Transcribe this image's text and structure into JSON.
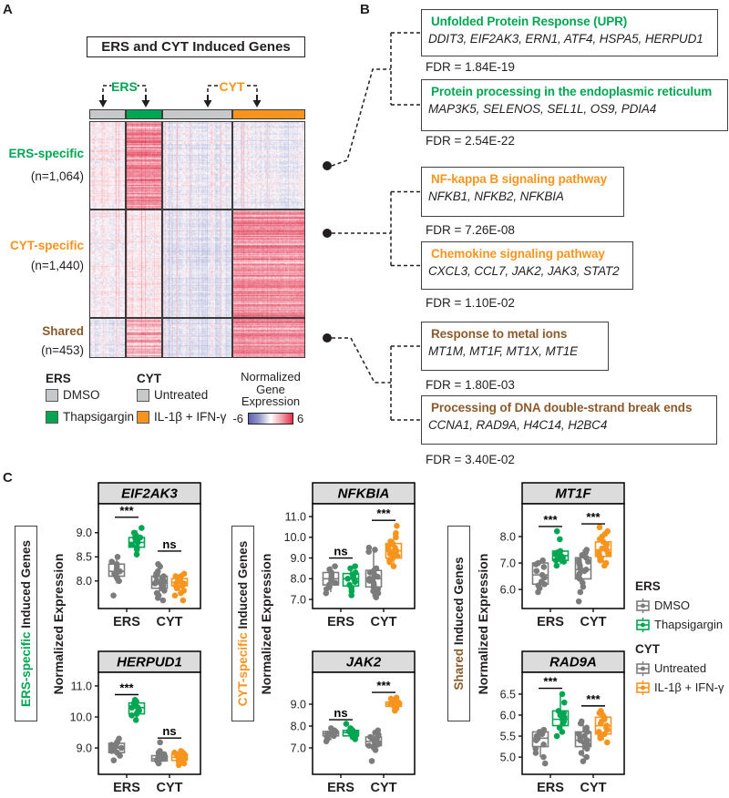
{
  "panel_a": {
    "label": "A",
    "title": "ERS and CYT Induced Genes",
    "group_arrows": [
      {
        "label": "ERS",
        "color": "#00A651"
      },
      {
        "label": "CYT",
        "color": "#F7941D"
      }
    ],
    "header_blocks": [
      {
        "name": "DMSO",
        "color": "#C7C8CA"
      },
      {
        "name": "Thapsigargin",
        "color": "#00A651"
      },
      {
        "name": "Untreated",
        "color": "#C7C8CA"
      },
      {
        "name": "IL-1β + IFN-γ",
        "color": "#F7941D"
      }
    ],
    "row_groups": [
      {
        "label": "ERS-specific",
        "n_label": "(n=1,064)",
        "color": "#00A651"
      },
      {
        "label": "CYT-specific",
        "n_label": "(n=1,440)",
        "color": "#F7941D"
      },
      {
        "label": "Shared",
        "n_label": "(n=453)",
        "color": "#8C5A2B"
      }
    ],
    "legend": {
      "col1_title": "ERS",
      "col2_title": "CYT",
      "col1": [
        {
          "label": "DMSO",
          "color": "#C7C8CA"
        },
        {
          "label": "Thapsigargin",
          "color": "#00A651"
        }
      ],
      "col2": [
        {
          "label": "Untreated",
          "color": "#C7C8CA"
        },
        {
          "label": "IL-1β + IFN-γ",
          "color": "#F7941D"
        }
      ]
    },
    "colorbar": {
      "lines": [
        "Normalized",
        "Gene",
        "Expression"
      ],
      "min": "-6",
      "max": "6",
      "neg_color": "#5D61B1",
      "pos_color": "#E2304D"
    }
  },
  "panel_b": {
    "label": "B",
    "boxes": [
      {
        "title": "Unfolded Protein Response (UPR)",
        "title_color": "#00A651",
        "genes": "DDIT3, EIF2AK3, ERN1, ATF4, HSPA5, HERPUD1",
        "fdr": "FDR = 1.84E-19"
      },
      {
        "title": "Protein processing in the endoplasmic reticulum",
        "title_color": "#00A651",
        "genes": "MAP3K5, SELENOS, SEL1L, OS9, PDIA4",
        "fdr": "FDR = 2.54E-22"
      },
      {
        "title": "NF-kappa B signaling pathway",
        "title_color": "#F7941D",
        "genes": "NFKB1, NFKB2, NFKBIA",
        "fdr": "FDR = 7.26E-08"
      },
      {
        "title": "Chemokine signaling pathway",
        "title_color": "#F7941D",
        "genes": "CXCL3, CCL7, JAK2, JAK3, STAT2",
        "fdr": "FDR = 1.10E-02"
      },
      {
        "title": "Response to metal ions",
        "title_color": "#8C5A2B",
        "genes": "MT1M, MT1F, MT1X, MT1E",
        "fdr": "FDR =  1.80E-03"
      },
      {
        "title": "Processing of DNA double-strand break ends",
        "title_color": "#8C5A2B",
        "genes": "CCNA1, RAD9A, H4C14, H2BC4",
        "fdr": "FDR = 3.40E-02"
      }
    ]
  },
  "panel_c": {
    "label": "C",
    "row_labels": [
      {
        "colored": "ERS-specific",
        "color": "#00A651",
        "rest": " Induced Genes"
      },
      {
        "colored": "CYT-specific",
        "color": "#F7941D",
        "rest": " Induced Genes"
      },
      {
        "colored": "Shared",
        "color": "#8C5A2B",
        "rest": " Induced Genes"
      }
    ],
    "ylabel": "Normalized Expression",
    "xgroups": [
      "ERS",
      "CYT"
    ],
    "legend": {
      "ers_title": "ERS",
      "cyt_title": "CYT",
      "ers_items": [
        {
          "label": "DMSO",
          "color": "#7C7C7C"
        },
        {
          "label": "Thapsigargin",
          "color": "#00A651"
        }
      ],
      "cyt_items": [
        {
          "label": "Untreated",
          "color": "#7C7C7C"
        },
        {
          "label": "IL-1β + IFN-γ",
          "color": "#F7941D"
        }
      ]
    }
  },
  "chart_data": [
    {
      "type": "heatmap",
      "title": "ERS and CYT Induced Genes",
      "rows": [
        {
          "group": "ERS-specific",
          "n": 1064
        },
        {
          "group": "CYT-specific",
          "n": 1440
        },
        {
          "group": "Shared",
          "n": 453
        }
      ],
      "columns": [
        "DMSO",
        "Thapsigargin",
        "Untreated",
        "IL-1β + IFN-γ"
      ],
      "block_mean_expression": [
        [
          0.15,
          2.55,
          -0.3,
          -0.3
        ],
        [
          0.0,
          0.2,
          -0.55,
          2.4
        ],
        [
          -0.35,
          1.5,
          -0.55,
          2.3
        ]
      ],
      "scale": {
        "min": -6,
        "max": 6,
        "label": "Normalized Gene Expression"
      }
    },
    {
      "type": "box",
      "gene": "EIF2AK3",
      "row": 0,
      "col": 0,
      "ylim": [
        7.43,
        9.6
      ],
      "yticks": [
        8.0,
        8.5,
        9.0
      ],
      "boxes": [
        {
          "group": "ERS",
          "condition": "DMSO",
          "color": "#7C7C7C",
          "whislo": 7.95,
          "q1": 8.1,
          "med": 8.2,
          "q3": 8.35,
          "whishi": 8.5,
          "points": [
            7.7,
            8.0,
            8.05,
            8.1,
            8.15,
            8.2,
            8.2,
            8.25,
            8.3,
            8.35,
            8.4,
            8.5
          ]
        },
        {
          "group": "ERS",
          "condition": "Thapsigargin",
          "color": "#00A651",
          "whislo": 8.6,
          "q1": 8.7,
          "med": 8.8,
          "q3": 8.9,
          "whishi": 9.05,
          "points": [
            8.55,
            8.65,
            8.7,
            8.75,
            8.8,
            8.8,
            8.85,
            8.9,
            8.9,
            8.95,
            9.0,
            9.1
          ]
        },
        {
          "group": "CYT",
          "condition": "Untreated",
          "color": "#7C7C7C",
          "whislo": 7.7,
          "q1": 7.85,
          "med": 7.95,
          "q3": 8.1,
          "whishi": 8.3,
          "points": [
            7.6,
            7.65,
            7.7,
            7.75,
            7.8,
            7.85,
            7.9,
            7.9,
            7.95,
            7.95,
            8.0,
            8.0,
            8.05,
            8.1,
            8.1,
            8.15,
            8.2,
            8.3,
            8.35
          ]
        },
        {
          "group": "CYT",
          "condition": "IL-1β + IFN-γ",
          "color": "#F7941D",
          "whislo": 7.8,
          "q1": 7.9,
          "med": 7.97,
          "q3": 8.05,
          "whishi": 8.15,
          "points": [
            7.6,
            7.7,
            7.75,
            7.8,
            7.85,
            7.9,
            7.9,
            7.95,
            7.95,
            8.0,
            8.0,
            8.0,
            8.05,
            8.05,
            8.1,
            8.1,
            8.15
          ]
        }
      ],
      "sig": [
        {
          "group": "ERS",
          "label": "***",
          "y": 9.32
        },
        {
          "group": "CYT",
          "label": "ns",
          "y": 8.62
        }
      ]
    },
    {
      "type": "box",
      "gene": "NFKBIA",
      "row": 0,
      "col": 1,
      "ylim": [
        6.56,
        11.62
      ],
      "yticks": [
        7.0,
        8.0,
        9.0,
        10.0,
        11.0
      ],
      "boxes": [
        {
          "group": "ERS",
          "condition": "DMSO",
          "color": "#7C7C7C",
          "whislo": 7.35,
          "q1": 7.7,
          "med": 8.0,
          "q3": 8.3,
          "whishi": 8.6,
          "points": [
            7.3,
            7.5,
            7.6,
            7.7,
            7.8,
            7.9,
            8.0,
            8.1,
            8.2,
            8.3,
            8.45,
            8.6
          ]
        },
        {
          "group": "ERS",
          "condition": "Thapsigargin",
          "color": "#00A651",
          "whislo": 7.25,
          "q1": 7.65,
          "med": 8.0,
          "q3": 8.25,
          "whishi": 8.6,
          "points": [
            7.2,
            7.4,
            7.55,
            7.7,
            7.85,
            8.0,
            8.0,
            8.1,
            8.2,
            8.3,
            8.5,
            8.6
          ]
        },
        {
          "group": "CYT",
          "condition": "Untreated",
          "color": "#7C7C7C",
          "whislo": 7.15,
          "q1": 7.6,
          "med": 8.0,
          "q3": 8.4,
          "whishi": 9.45,
          "points": [
            7.1,
            7.2,
            7.3,
            7.4,
            7.5,
            7.6,
            7.7,
            7.8,
            7.9,
            8.0,
            8.0,
            8.1,
            8.2,
            8.3,
            8.4,
            8.5,
            9.3,
            9.4,
            9.5
          ]
        },
        {
          "group": "CYT",
          "condition": "IL-1β + IFN-γ",
          "color": "#F7941D",
          "whislo": 8.65,
          "q1": 9.0,
          "med": 9.35,
          "q3": 9.7,
          "whishi": 10.2,
          "points": [
            8.6,
            8.8,
            8.9,
            9.0,
            9.1,
            9.15,
            9.2,
            9.3,
            9.35,
            9.4,
            9.5,
            9.6,
            9.7,
            9.8,
            10.0,
            10.2,
            10.55
          ]
        }
      ],
      "sig": [
        {
          "group": "ERS",
          "label": "ns",
          "y": 9.0
        },
        {
          "group": "CYT",
          "label": "***",
          "y": 10.82
        }
      ]
    },
    {
      "type": "box",
      "gene": "MT1F",
      "row": 0,
      "col": 2,
      "ylim": [
        5.28,
        9.24
      ],
      "yticks": [
        6.0,
        7.0,
        8.0
      ],
      "boxes": [
        {
          "group": "ERS",
          "condition": "DMSO",
          "color": "#7C7C7C",
          "whislo": 5.95,
          "q1": 6.2,
          "med": 6.55,
          "q3": 7.0,
          "whishi": 7.1,
          "points": [
            5.9,
            6.05,
            6.15,
            6.2,
            6.3,
            6.45,
            6.55,
            6.7,
            6.85,
            6.95,
            7.0,
            7.1
          ]
        },
        {
          "group": "ERS",
          "condition": "Thapsigargin",
          "color": "#00A651",
          "whislo": 6.95,
          "q1": 7.1,
          "med": 7.28,
          "q3": 7.45,
          "whishi": 7.55,
          "points": [
            6.9,
            7.05,
            7.1,
            7.15,
            7.2,
            7.25,
            7.3,
            7.35,
            7.4,
            7.45,
            7.9,
            8.2
          ]
        },
        {
          "group": "CYT",
          "condition": "Untreated",
          "color": "#7C7C7C",
          "whislo": 6.0,
          "q1": 6.4,
          "med": 6.75,
          "q3": 7.2,
          "whishi": 7.5,
          "points": [
            5.55,
            5.9,
            6.1,
            6.25,
            6.4,
            6.5,
            6.6,
            6.7,
            6.75,
            6.8,
            6.9,
            7.0,
            7.05,
            7.1,
            7.2,
            7.3,
            7.4,
            7.5
          ]
        },
        {
          "group": "CYT",
          "condition": "IL-1β + IFN-γ",
          "color": "#F7941D",
          "whislo": 7.0,
          "q1": 7.25,
          "med": 7.5,
          "q3": 7.8,
          "whishi": 8.1,
          "points": [
            6.9,
            7.0,
            7.1,
            7.2,
            7.3,
            7.35,
            7.4,
            7.5,
            7.55,
            7.6,
            7.7,
            7.8,
            7.9,
            8.0,
            8.1,
            8.2,
            8.35
          ]
        }
      ],
      "sig": [
        {
          "group": "ERS",
          "label": "***",
          "y": 8.38
        },
        {
          "group": "CYT",
          "label": "***",
          "y": 8.48
        }
      ]
    },
    {
      "type": "box",
      "gene": "HERPUD1",
      "row": 1,
      "col": 0,
      "ylim": [
        8.15,
        11.44
      ],
      "yticks": [
        9.0,
        10.0,
        11.0
      ],
      "boxes": [
        {
          "group": "ERS",
          "condition": "DMSO",
          "color": "#7C7C7C",
          "whislo": 8.75,
          "q1": 8.85,
          "med": 9.0,
          "q3": 9.15,
          "whishi": 9.3,
          "points": [
            8.6,
            8.75,
            8.85,
            8.9,
            8.95,
            9.0,
            9.0,
            9.05,
            9.1,
            9.15,
            9.2,
            9.3
          ]
        },
        {
          "group": "ERS",
          "condition": "Thapsigargin",
          "color": "#00A651",
          "whislo": 9.95,
          "q1": 10.1,
          "med": 10.3,
          "q3": 10.45,
          "whishi": 10.55,
          "points": [
            9.9,
            10.05,
            10.1,
            10.15,
            10.2,
            10.3,
            10.3,
            10.35,
            10.4,
            10.45,
            10.5,
            10.55
          ]
        },
        {
          "group": "CYT",
          "condition": "Untreated",
          "color": "#7C7C7C",
          "whislo": 8.5,
          "q1": 8.58,
          "med": 8.65,
          "q3": 8.75,
          "whishi": 8.9,
          "points": [
            8.5,
            8.55,
            8.6,
            8.6,
            8.65,
            8.65,
            8.7,
            8.7,
            8.7,
            8.75,
            8.75,
            8.8,
            8.8,
            8.85,
            8.9,
            9.18
          ]
        },
        {
          "group": "CYT",
          "condition": "IL-1β + IFN-γ",
          "color": "#F7941D",
          "whislo": 8.5,
          "q1": 8.6,
          "med": 8.7,
          "q3": 8.8,
          "whishi": 8.85,
          "points": [
            8.45,
            8.5,
            8.55,
            8.6,
            8.65,
            8.65,
            8.7,
            8.7,
            8.75,
            8.75,
            8.8,
            8.8,
            8.85,
            8.85,
            8.9
          ]
        }
      ],
      "sig": [
        {
          "group": "ERS",
          "label": "***",
          "y": 10.72
        },
        {
          "group": "CYT",
          "label": "ns",
          "y": 9.32
        }
      ]
    },
    {
      "type": "box",
      "gene": "JAK2",
      "row": 1,
      "col": 1,
      "ylim": [
        5.79,
        10.46
      ],
      "yticks": [
        7.0,
        8.0,
        9.0
      ],
      "boxes": [
        {
          "group": "ERS",
          "condition": "DMSO",
          "color": "#7C7C7C",
          "whislo": 7.35,
          "q1": 7.55,
          "med": 7.65,
          "q3": 7.75,
          "whishi": 7.9,
          "points": [
            7.3,
            7.4,
            7.5,
            7.55,
            7.6,
            7.65,
            7.65,
            7.7,
            7.7,
            7.75,
            7.8,
            7.9
          ]
        },
        {
          "group": "ERS",
          "condition": "Thapsigargin",
          "color": "#00A651",
          "whislo": 7.45,
          "q1": 7.55,
          "med": 7.7,
          "q3": 7.8,
          "whishi": 7.9,
          "points": [
            7.4,
            7.5,
            7.55,
            7.6,
            7.65,
            7.7,
            7.7,
            7.75,
            7.8,
            7.85,
            7.9,
            8.1
          ]
        },
        {
          "group": "CYT",
          "condition": "Untreated",
          "color": "#7C7C7C",
          "whislo": 6.9,
          "q1": 7.1,
          "med": 7.3,
          "q3": 7.5,
          "whishi": 7.75,
          "points": [
            6.4,
            6.9,
            7.0,
            7.05,
            7.1,
            7.15,
            7.2,
            7.25,
            7.3,
            7.3,
            7.35,
            7.4,
            7.45,
            7.5,
            7.55,
            7.6,
            7.7,
            7.8
          ]
        },
        {
          "group": "CYT",
          "condition": "IL-1β + IFN-γ",
          "color": "#F7941D",
          "whislo": 8.75,
          "q1": 8.9,
          "med": 9.0,
          "q3": 9.1,
          "whishi": 9.3,
          "points": [
            8.7,
            8.8,
            8.85,
            8.9,
            8.95,
            9.0,
            9.0,
            9.0,
            9.05,
            9.05,
            9.1,
            9.1,
            9.15,
            9.2,
            9.25,
            9.3
          ]
        }
      ],
      "sig": [
        {
          "group": "ERS",
          "label": "ns",
          "y": 8.29
        },
        {
          "group": "CYT",
          "label": "***",
          "y": 9.54
        }
      ]
    },
    {
      "type": "box",
      "gene": "RAD9A",
      "row": 1,
      "col": 2,
      "ylim": [
        4.59,
        7.02
      ],
      "yticks": [
        5.0,
        5.5,
        6.0,
        6.5
      ],
      "boxes": [
        {
          "group": "ERS",
          "condition": "DMSO",
          "color": "#7C7C7C",
          "whislo": 5.0,
          "q1": 5.25,
          "med": 5.45,
          "q3": 5.6,
          "whishi": 5.65,
          "points": [
            4.85,
            5.0,
            5.1,
            5.2,
            5.3,
            5.4,
            5.45,
            5.5,
            5.55,
            5.6,
            5.6,
            5.65
          ]
        },
        {
          "group": "ERS",
          "condition": "Thapsigargin",
          "color": "#00A651",
          "whislo": 5.55,
          "q1": 5.75,
          "med": 5.9,
          "q3": 6.1,
          "whishi": 6.45,
          "points": [
            5.5,
            5.6,
            5.7,
            5.8,
            5.85,
            5.9,
            5.95,
            6.0,
            6.05,
            6.1,
            6.3,
            6.5
          ]
        },
        {
          "group": "CYT",
          "condition": "Untreated",
          "color": "#7C7C7C",
          "whislo": 5.0,
          "q1": 5.25,
          "med": 5.4,
          "q3": 5.6,
          "whishi": 5.85,
          "points": [
            4.9,
            5.0,
            5.1,
            5.2,
            5.25,
            5.3,
            5.35,
            5.4,
            5.4,
            5.45,
            5.5,
            5.55,
            5.6,
            5.65,
            5.7,
            5.8,
            5.85
          ]
        },
        {
          "group": "CYT",
          "condition": "IL-1β + IFN-γ",
          "color": "#F7941D",
          "whislo": 5.4,
          "q1": 5.55,
          "med": 5.75,
          "q3": 5.95,
          "whishi": 6.1,
          "points": [
            5.35,
            5.45,
            5.5,
            5.55,
            5.6,
            5.65,
            5.7,
            5.75,
            5.8,
            5.85,
            5.9,
            5.95,
            6.0,
            6.05,
            6.1
          ]
        }
      ],
      "sig": [
        {
          "group": "ERS",
          "label": "***",
          "y": 6.64
        },
        {
          "group": "CYT",
          "label": "***",
          "y": 6.22
        }
      ]
    }
  ]
}
